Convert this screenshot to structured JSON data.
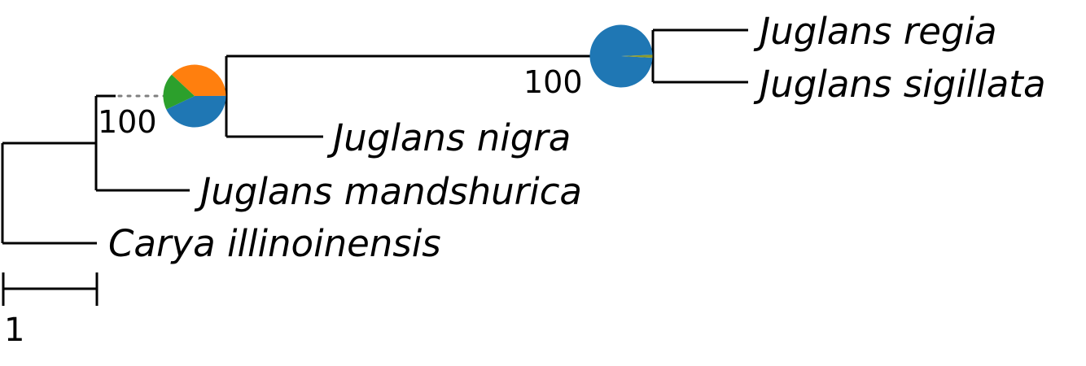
{
  "tree": {
    "taxa": {
      "regia": "Juglans regia",
      "sigillata": "Juglans sigillata",
      "nigra": "Juglans nigra",
      "mandshurica": "Juglans mandshurica",
      "carya": "Carya illinoinensis"
    },
    "support": {
      "inner_node": "100",
      "top_node": "100"
    },
    "scale_bar": {
      "label": "1",
      "length": 1
    },
    "pie_inner": {
      "slices": [
        {
          "name": "orange",
          "fraction": 0.38,
          "color": "#ff7f0e"
        },
        {
          "name": "blue",
          "fraction": 0.43,
          "color": "#1f77b4"
        },
        {
          "name": "green",
          "fraction": 0.19,
          "color": "#2ca02c"
        }
      ]
    },
    "pie_top": {
      "slices": [
        {
          "name": "blue",
          "fraction": 0.985,
          "color": "#1f77b4"
        },
        {
          "name": "olive",
          "fraction": 0.015,
          "color": "#8c9a2a"
        }
      ]
    }
  }
}
